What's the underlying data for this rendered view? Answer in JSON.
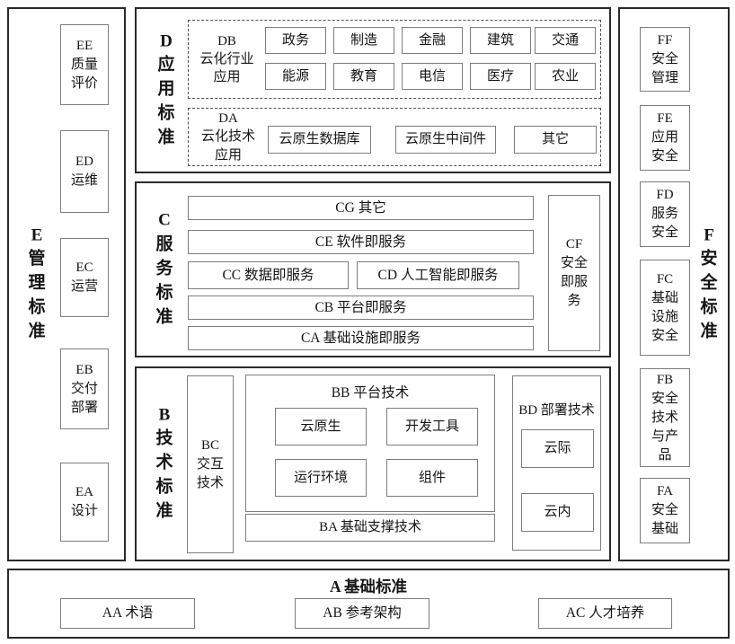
{
  "colors": {
    "ink": "#151515",
    "section_border": "#2a2a2a",
    "inner_box_border": "#7d7d7d",
    "dashed_border": "#4f4f4f",
    "background": "#ffffff"
  },
  "e": {
    "title": [
      "E",
      "管",
      "理",
      "标",
      "准"
    ],
    "ee": [
      "EE",
      "质量",
      "评价"
    ],
    "ed": [
      "ED",
      "运维"
    ],
    "ec": [
      "EC",
      "运营"
    ],
    "eb": [
      "EB",
      "交付",
      "部署"
    ],
    "ea": [
      "EA",
      "设计"
    ]
  },
  "d": {
    "title": [
      "D",
      "应",
      "用",
      "标",
      "准"
    ],
    "db": {
      "label": [
        "DB",
        "云化行业",
        "应用"
      ],
      "row1": [
        "政务",
        "制造",
        "金融",
        "建筑",
        "交通"
      ],
      "row2": [
        "能源",
        "教育",
        "电信",
        "医疗",
        "农业"
      ]
    },
    "da": {
      "label": [
        "DA",
        "云化技术",
        "应用"
      ],
      "items": [
        "云原生数据库",
        "云原生中间件",
        "其它"
      ]
    }
  },
  "c": {
    "title": [
      "C",
      "服",
      "务",
      "标",
      "准"
    ],
    "cg": "CG 其它",
    "ce": "CE 软件即服务",
    "cc": "CC 数据即服务",
    "cd": "CD 人工智能即服务",
    "cb": "CB 平台即服务",
    "ca": "CA 基础设施即服务",
    "cf": [
      "CF",
      "安全",
      "即服",
      "务"
    ]
  },
  "b": {
    "title": [
      "B",
      "技",
      "术",
      "标",
      "准"
    ],
    "bc": [
      "BC",
      "交互",
      "技术"
    ],
    "bb": {
      "label": "BB 平台技术",
      "items": [
        "云原生",
        "开发工具",
        "运行环境",
        "组件"
      ]
    },
    "ba": "BA 基础支撑技术",
    "bd": {
      "label": "BD 部署技术",
      "items": [
        "云际",
        "云内"
      ]
    }
  },
  "f": {
    "title": [
      "F",
      "安",
      "全",
      "标",
      "准"
    ],
    "ff": [
      "FF",
      "安全",
      "管理"
    ],
    "fe": [
      "FE",
      "应用",
      "安全"
    ],
    "fd": [
      "FD",
      "服务",
      "安全"
    ],
    "fc": [
      "FC",
      "基础",
      "设施",
      "安全"
    ],
    "fb": [
      "FB",
      "安全",
      "技术",
      "与产",
      "品"
    ],
    "fa": [
      "FA",
      "安全",
      "基础"
    ]
  },
  "a": {
    "title": "A 基础标准",
    "aa": "AA 术语",
    "ab": "AB 参考架构",
    "ac": "AC 人才培养"
  }
}
